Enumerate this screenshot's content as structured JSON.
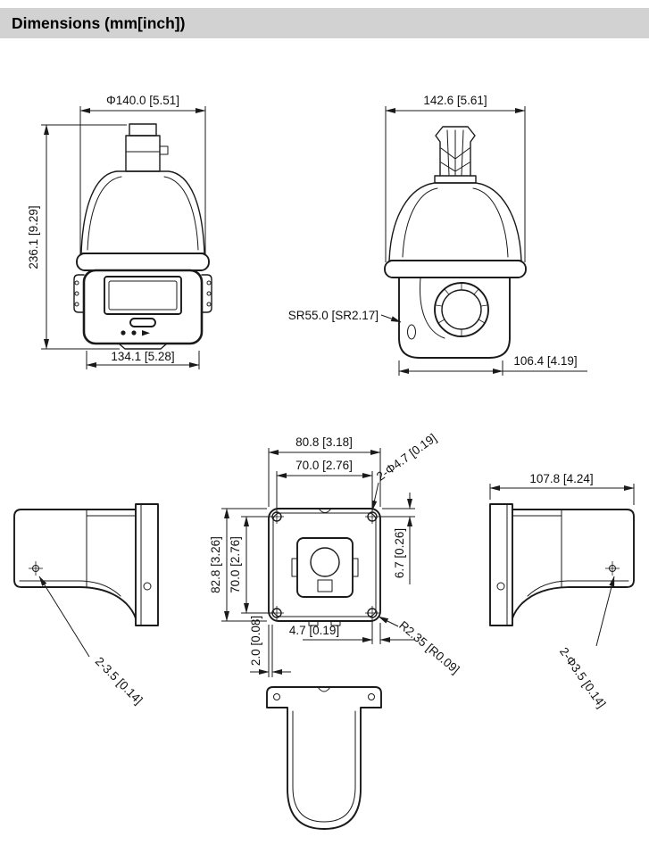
{
  "header": {
    "title": "Dimensions (mm[inch])"
  },
  "front_view": {
    "dim_diameter_top": "Φ140.0 [5.51]",
    "dim_height_left": "236.1 [9.29]",
    "dim_width_bottom": "134.1 [5.28]"
  },
  "side_view": {
    "dim_width_top": "142.6 [5.61]",
    "dim_sphere_radius": "SR55.0 [SR2.17]",
    "dim_depth_bottom": "106.4 [4.19]"
  },
  "bracket": {
    "dim_plate_width_outer": "80.8 [3.18]",
    "dim_plate_hole_spacing_h": "70.0 [2.76]",
    "dim_holes_top": "2-Φ4.7 [0.19]",
    "dim_arm_length": "107.8 [4.24]",
    "dim_plate_height_outer": "82.8 [3.26]",
    "dim_plate_hole_spacing_v": "70.0 [2.76]",
    "dim_edge_offset": "6.7 [0.26]",
    "dim_bottom_offset": "4.7 [0.19]",
    "dim_plate_thickness": "2.0 [0.08]",
    "dim_corner_radius": "R2.35 [R0.09]",
    "dim_holes_left_view": "2-3.5 [0.14]",
    "dim_holes_right_view": "2-Φ3.5 [0.14]"
  }
}
